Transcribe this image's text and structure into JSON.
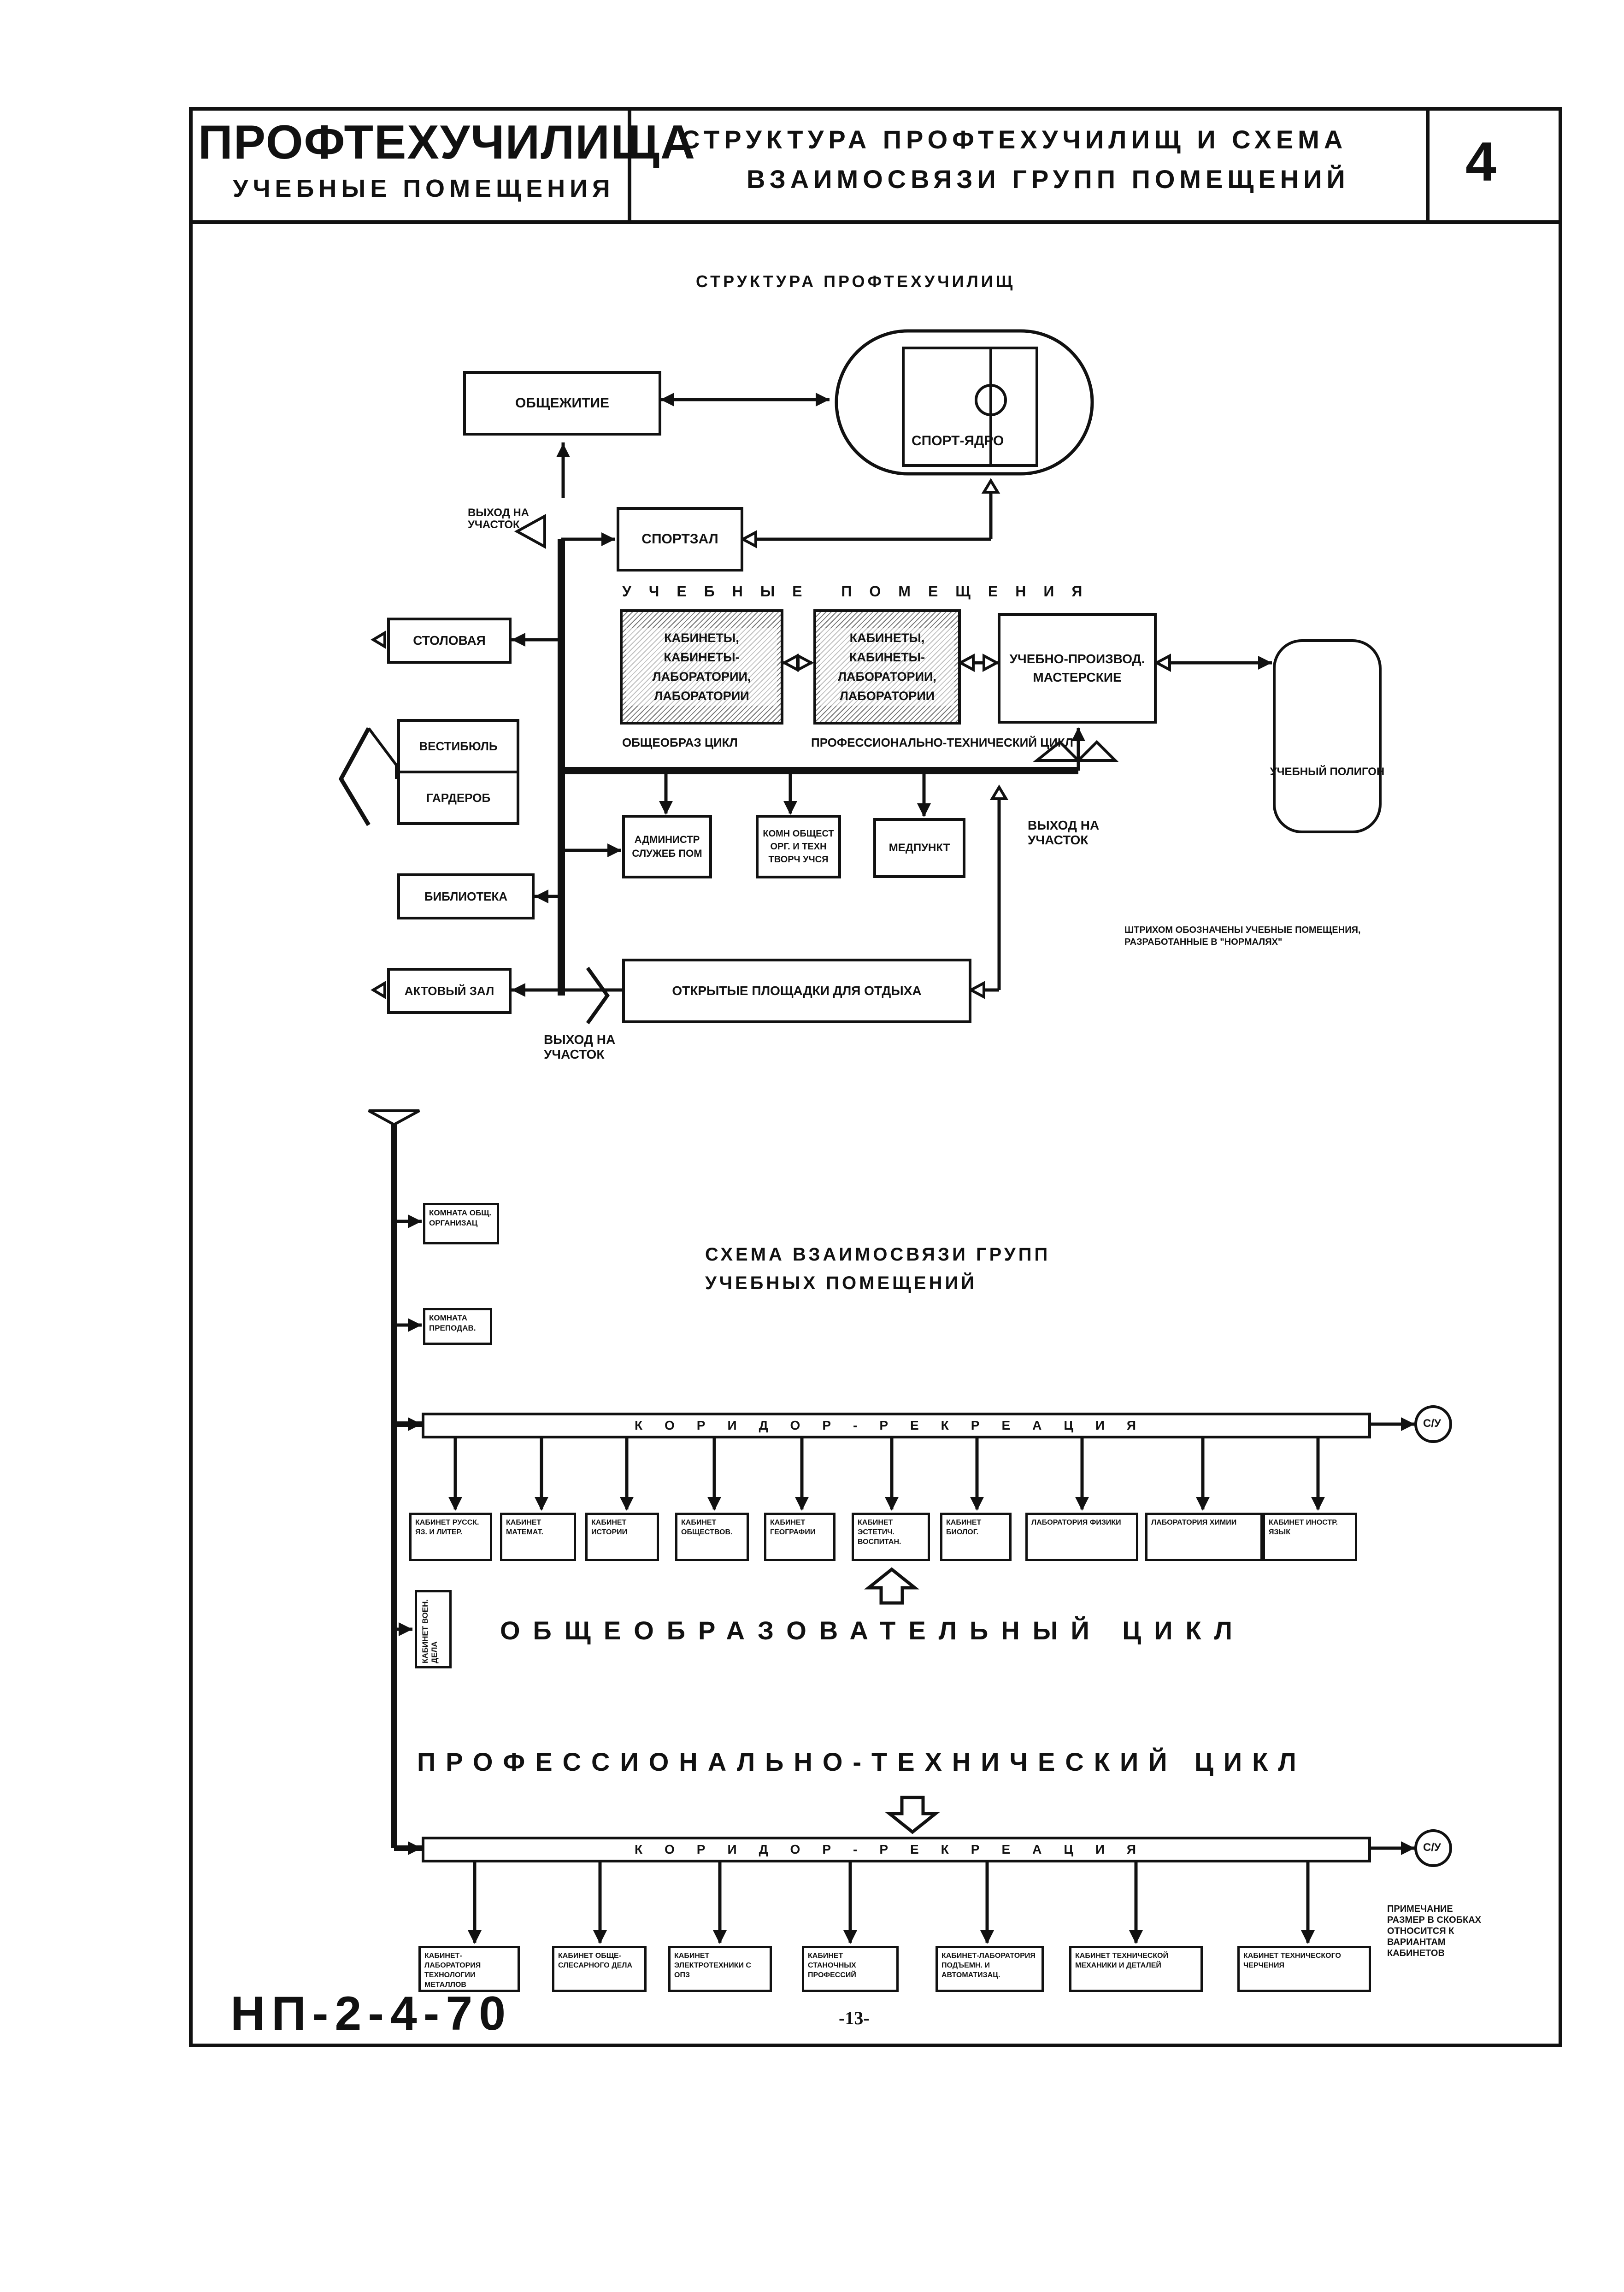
{
  "header": {
    "series_title": "ПРОФТЕХУЧИЛИЩА",
    "series_subtitle": "УЧЕБНЫЕ ПОМЕЩЕНИЯ",
    "sheet_title_line1": "СТРУКТУРА ПРОФТЕХУЧИЛИЩ И СХЕМА",
    "sheet_title_line2": "ВЗАИМОСВЯЗИ ГРУПП ПОМЕЩЕНИЙ",
    "sheet_number": "4"
  },
  "structure": {
    "title": "СТРУКТУРА ПРОФТЕХУЧИЛИЩ",
    "dormitory": "ОБЩЕЖИТИЕ",
    "sport_core": "СПОРТ-ЯДРО",
    "exit_top": "ВЫХОД НА УЧАСТОК",
    "gym": "СПОРТЗАЛ",
    "canteen": "СТОЛОВАЯ",
    "lobby": "ВЕСТИБЮЛЬ",
    "cloakroom": "ГАРДЕРОБ",
    "library": "БИБЛИОТЕКА",
    "assembly_hall": "АКТОВЫЙ ЗАЛ",
    "exit_bottom": "ВЫХОД НА УЧАСТОК",
    "exit_right": "ВЫХОД НА УЧАСТОК",
    "edu_rooms_heading": "УЧЕБНЫЕ ПОМЕЩЕНИЯ",
    "cabinets_general": "КАБИНЕТЫ, КАБИНЕТЫ-ЛАБОРАТОРИИ, ЛАБОРАТОРИИ",
    "cabinets_prof": "КАБИНЕТЫ, КАБИНЕТЫ-ЛАБОРАТОРИИ, ЛАБОРАТОРИИ",
    "workshops": "УЧЕБНО-ПРОИЗВОД. МАСТЕРСКИЕ",
    "general_cycle": "ОБЩЕОБРАЗ ЦИКЛ",
    "prof_cycle": "ПРОФЕССИОНАЛЬНО-ТЕХНИЧЕСКИЙ ЦИКЛ",
    "training_ground": "УЧЕБНЫЙ ПОЛИГОН",
    "admin": "АДМИНИСТР СЛУЖЕБ ПОМ",
    "public_org": "КОМН ОБЩЕСТ ОРГ. И ТЕХН ТВОРЧ УЧСЯ",
    "medpoint": "МЕДПУНКТ",
    "outdoor": "ОТКРЫТЫЕ ПЛОЩАДКИ ДЛЯ ОТДЫХА",
    "hatch_note": "ШТРИХОМ ОБОЗНАЧЕНЫ УЧЕБНЫЕ ПОМЕЩЕНИЯ, РАЗРАБОТАННЫЕ В \"НОРМАЛЯХ\""
  },
  "scheme": {
    "title_line1": "СХЕМА ВЗАИМОСВЯЗИ ГРУПП",
    "title_line2": "УЧЕБНЫХ ПОМЕЩЕНИЙ",
    "side_room_1": "КОМНАТА ОБЩ. ОРГАНИЗАЦ",
    "side_room_2": "КОМНАТА ПРЕПОДАВ.",
    "military_cabinet": "КАБИНЕТ ВОЕН. ДЕЛА",
    "corridor_text": "КОРИДОР-РЕКРЕАЦИЯ",
    "su_label": "С/У",
    "general_cycle_title": "ОБЩЕОБРАЗОВАТЕЛЬНЫЙ ЦИКЛ",
    "prof_cycle_title": "ПРОФЕССИОНАЛЬНО-ТЕХНИЧЕСКИЙ ЦИКЛ",
    "general_rooms": [
      "КАБИНЕТ РУССК. ЯЗ. И ЛИТЕР.",
      "КАБИНЕТ МАТЕМАТ.",
      "КАБИНЕТ ИСТОРИИ",
      "КАБИНЕТ ОБЩЕСТВОВ.",
      "КАБИНЕТ ГЕОГРАФИИ",
      "КАБИНЕТ ЭСТЕТИЧ. ВОСПИТАН.",
      "КАБИНЕТ БИОЛОГ.",
      "ЛАБОРАТОРИЯ ФИЗИКИ",
      "ЛАБОРАТОРИЯ ХИМИИ",
      "КАБИНЕТ ИНОСТР. ЯЗЫК"
    ],
    "prof_rooms": [
      "КАБИНЕТ-ЛАБОРАТОРИЯ ТЕХНОЛОГИИ МЕТАЛЛОВ",
      "КАБИНЕТ ОБЩЕ-СЛЕСАРНОГО ДЕЛА",
      "КАБИНЕТ ЭЛЕКТРОТЕХНИКИ С ОПЗ",
      "КАБИНЕТ СТАНОЧНЫХ ПРОФЕССИЙ",
      "КАБИНЕТ-ЛАБОРАТОРИЯ ПОДЪЕМН. И АВТОМАТИЗАЦ.",
      "КАБИНЕТ ТЕХНИЧЕСКОЙ МЕХАНИКИ И ДЕТАЛЕЙ",
      "КАБИНЕТ ТЕХНИЧЕСКОГО ЧЕРЧЕНИЯ"
    ],
    "footnote": "ПРИМЕЧАНИЕ РАЗМЕР В СКОБКАХ ОТНОСИТСЯ К ВАРИАНТАМ КАБИНЕТОВ"
  },
  "footer": {
    "code": "НП-2-4-70",
    "page": "-13-"
  }
}
